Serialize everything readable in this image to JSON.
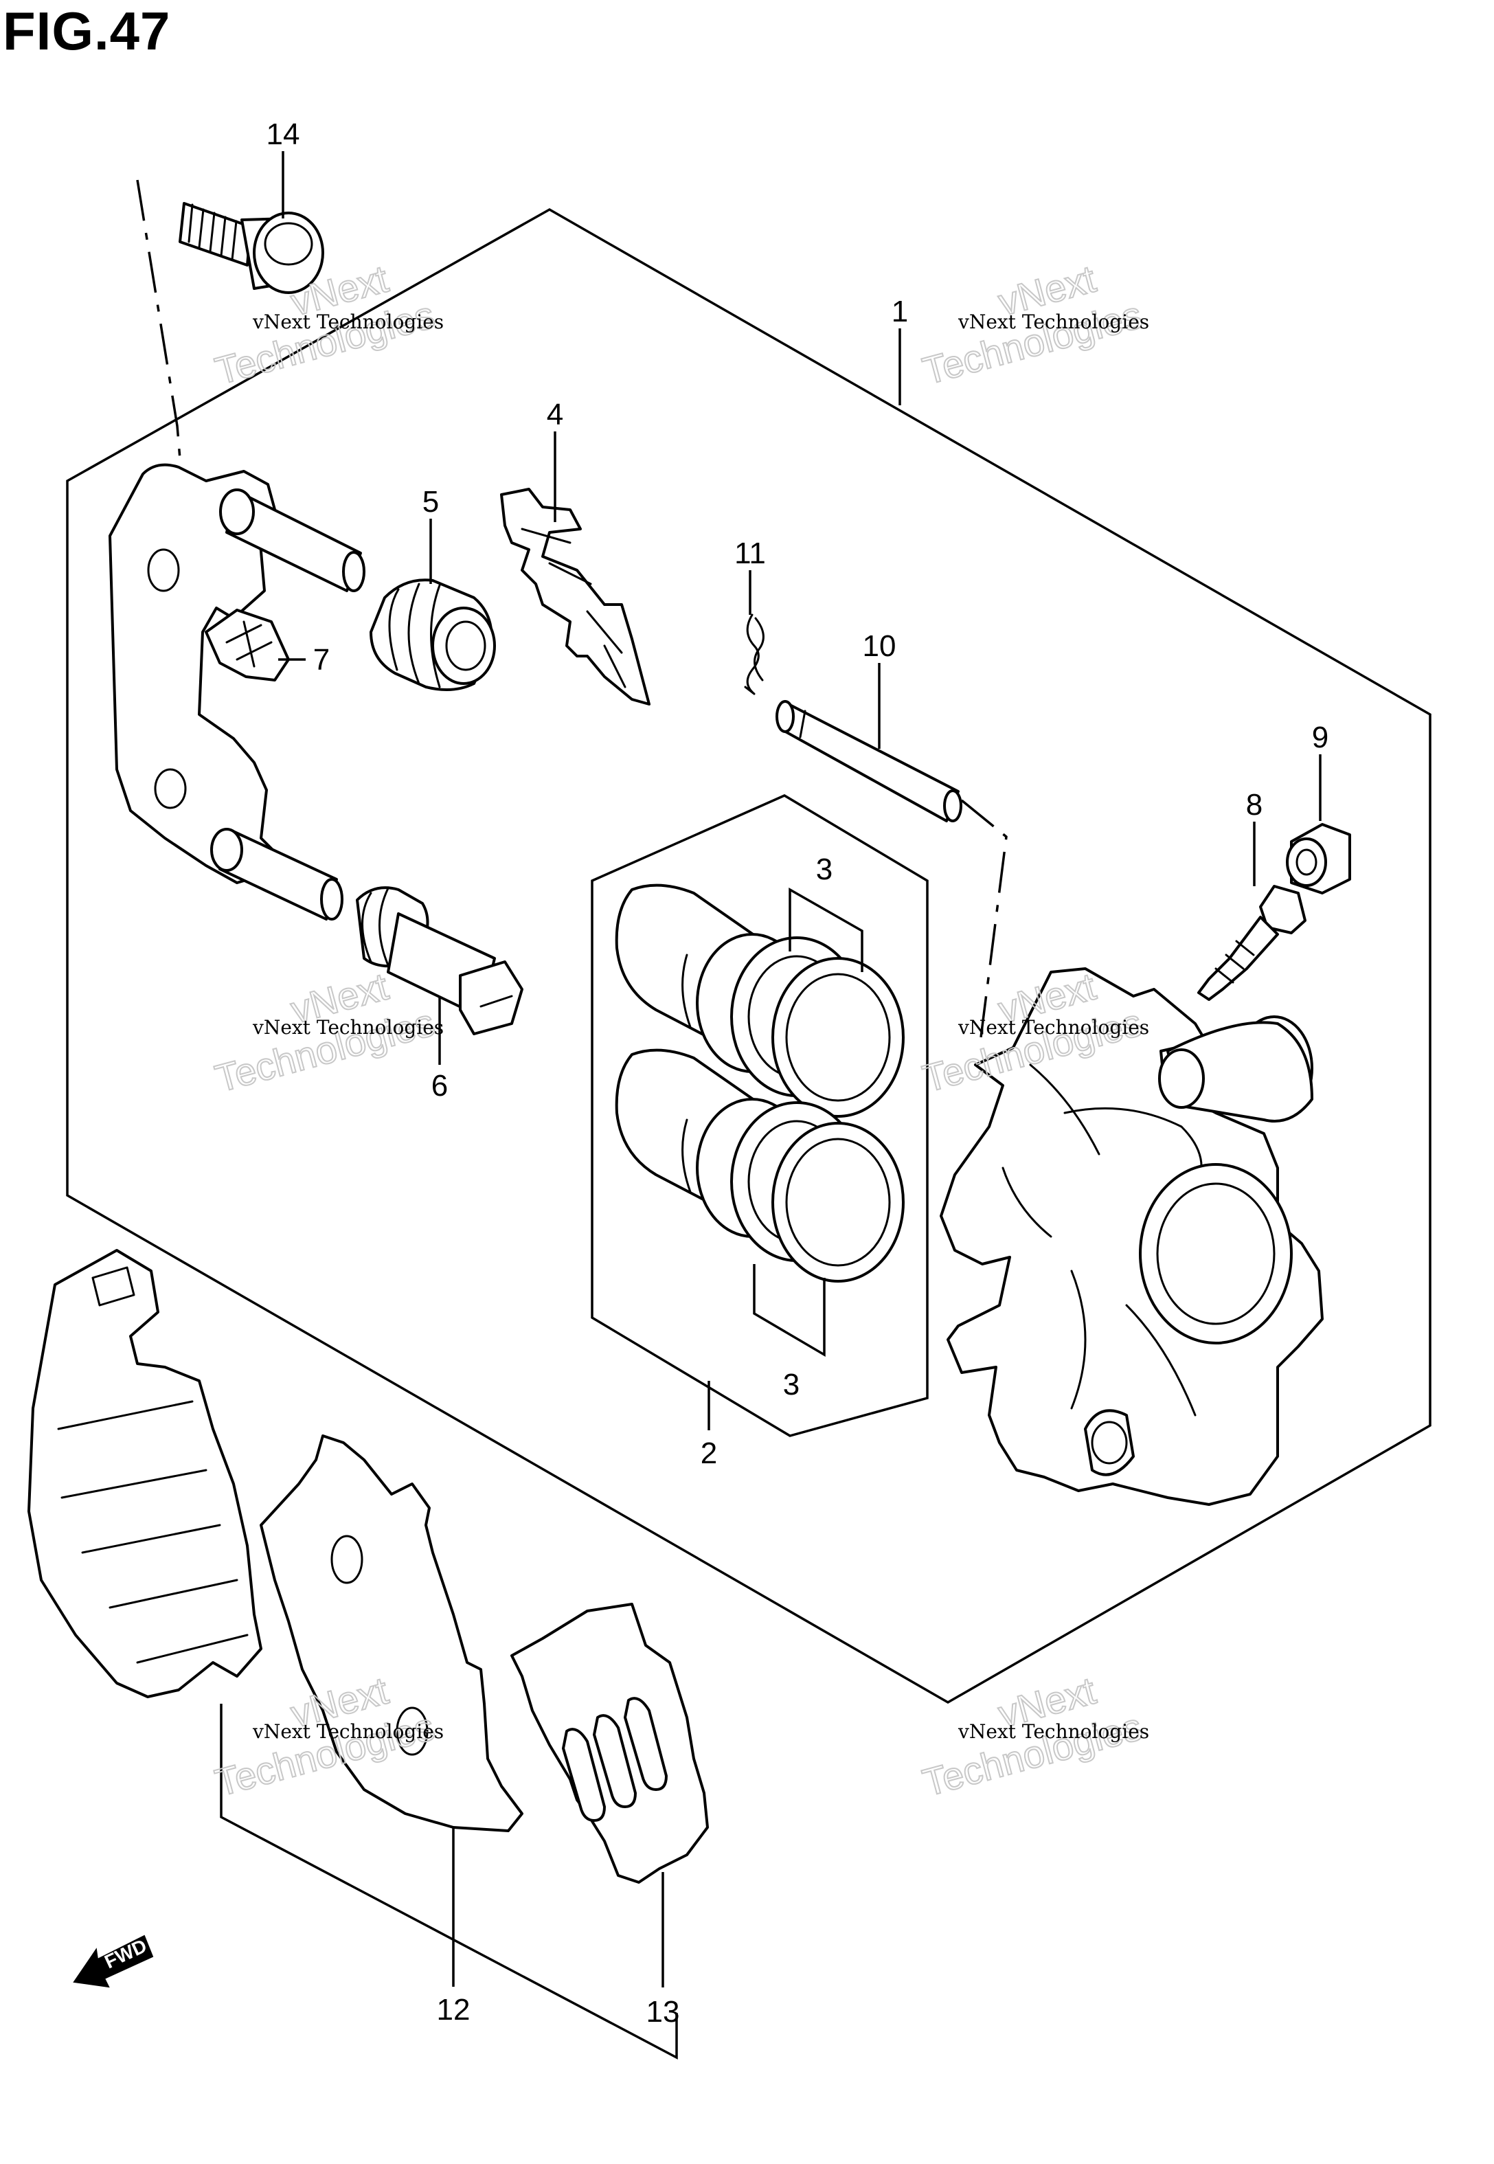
{
  "figure": {
    "title": "FIG.47"
  },
  "callouts": [
    {
      "id": "1",
      "label": "1"
    },
    {
      "id": "2",
      "label": "2"
    },
    {
      "id": "3a",
      "label": "3"
    },
    {
      "id": "3b",
      "label": "3"
    },
    {
      "id": "4",
      "label": "4"
    },
    {
      "id": "5",
      "label": "5"
    },
    {
      "id": "6",
      "label": "6"
    },
    {
      "id": "7",
      "label": "7"
    },
    {
      "id": "8",
      "label": "8"
    },
    {
      "id": "9",
      "label": "9"
    },
    {
      "id": "10",
      "label": "10"
    },
    {
      "id": "11",
      "label": "11"
    },
    {
      "id": "12",
      "label": "12"
    },
    {
      "id": "13",
      "label": "13"
    },
    {
      "id": "14",
      "label": "14"
    }
  ],
  "watermark": {
    "line": "vNext Technologies",
    "big_top": "vNext",
    "big_bottom": "Technologies"
  },
  "direction_arrow": {
    "label": "FWD"
  },
  "colors": {
    "ink": "#000000",
    "watermark": "#c8c8c8",
    "background": "#ffffff"
  }
}
